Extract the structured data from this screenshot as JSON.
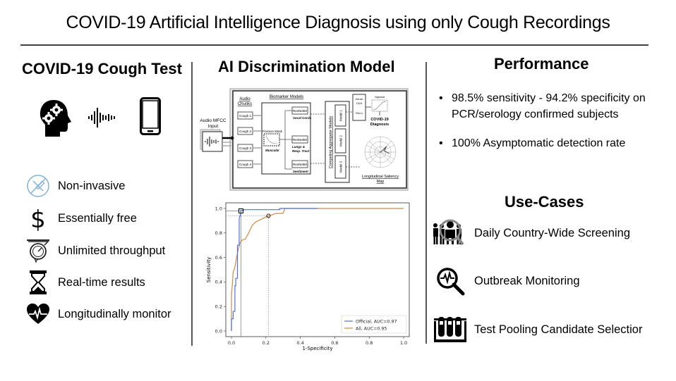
{
  "title": "COVID-19 Artificial Intelligence Diagnosis using only Cough Recordings",
  "left": {
    "heading": "COVID-19 Cough Test",
    "hero_icons": [
      "brain-gears-icon",
      "sound-wave-icon",
      "smartphone-icon"
    ],
    "features": [
      {
        "icon": "no-needle-icon",
        "label": "Non-invasive"
      },
      {
        "icon": "dollar-icon",
        "label": "Essentially free"
      },
      {
        "icon": "gauge-funnel-icon",
        "label": "Unlimited throughput"
      },
      {
        "icon": "hourglass-icon",
        "label": "Real-time results"
      },
      {
        "icon": "heart-pulse-icon",
        "label": "Longitudinally monitor"
      }
    ]
  },
  "middle": {
    "heading": "AI Discrimination Model",
    "diagram": {
      "input_label_1": "Audio MFCC",
      "input_label_2": "Input",
      "chunks_label_1": "Audio",
      "chunks_label_2": "Chunks",
      "chunks": [
        "Cough 1",
        "Cough 2",
        "Cough 3",
        "Cough 4"
      ],
      "biomarker_title": "Biomarker Models",
      "poisson_mask": "Poisson Mask",
      "muscular": "Muscular",
      "resnets": [
        {
          "name": "ResNet50",
          "caption_1": "Vocal Cords",
          "caption_2": ""
        },
        {
          "name": "ResNet50",
          "caption_1": "Lungs &",
          "caption_2": "Resp. Tract"
        },
        {
          "name": "ResNet50",
          "caption_1": "Sentiment",
          "caption_2": ""
        }
      ],
      "aggregator_title": "Competing Aggregator Models",
      "models": [
        "Model 1",
        "Model 2",
        "Model 3"
      ],
      "dense_1": "Dense",
      "dense_2": "1024",
      "dense_3": "ReLU",
      "sigmoid": "Sigmoid",
      "diagnosis_1": "COVID-19",
      "diagnosis_2": "Diagnosis",
      "saliency_1": "Longitudinal Saliency",
      "saliency_2": "Map"
    }
  },
  "chart_data": {
    "type": "line",
    "title": "",
    "xlabel": "1-Specificity",
    "ylabel": "Sensitivity",
    "xlim": [
      0.0,
      1.0
    ],
    "ylim": [
      0.0,
      1.0
    ],
    "xticks": [
      "0.0",
      "0.2",
      "0.4",
      "0.6",
      "0.8",
      "1.0"
    ],
    "yticks": [
      "0.0",
      "0.2",
      "0.4",
      "0.6",
      "0.8",
      "1.0"
    ],
    "grid": false,
    "legend_position": "bottom-right",
    "series": [
      {
        "name": "Official, AUC=0.97",
        "color": "#4c72e0",
        "points": [
          [
            0.0,
            0.0
          ],
          [
            0.0,
            0.1
          ],
          [
            0.01,
            0.1
          ],
          [
            0.01,
            0.16
          ],
          [
            0.02,
            0.16
          ],
          [
            0.02,
            0.37
          ],
          [
            0.025,
            0.37
          ],
          [
            0.025,
            0.43
          ],
          [
            0.035,
            0.43
          ],
          [
            0.035,
            0.7
          ],
          [
            0.045,
            0.7
          ],
          [
            0.045,
            0.92
          ],
          [
            0.055,
            0.96
          ],
          [
            0.055,
            0.985
          ],
          [
            0.07,
            0.985
          ],
          [
            0.07,
            0.99
          ],
          [
            0.28,
            0.99
          ],
          [
            0.28,
            1.0
          ],
          [
            0.5,
            1.0
          ]
        ]
      },
      {
        "name": "All, AUC=0.95",
        "color": "#d08a45",
        "points": [
          [
            0.0,
            0.0
          ],
          [
            0.0,
            0.3
          ],
          [
            0.005,
            0.37
          ],
          [
            0.01,
            0.48
          ],
          [
            0.02,
            0.52
          ],
          [
            0.03,
            0.6
          ],
          [
            0.04,
            0.67
          ],
          [
            0.05,
            0.72
          ],
          [
            0.06,
            0.74
          ],
          [
            0.08,
            0.75
          ],
          [
            0.1,
            0.8
          ],
          [
            0.12,
            0.86
          ],
          [
            0.14,
            0.89
          ],
          [
            0.17,
            0.91
          ],
          [
            0.2,
            0.93
          ],
          [
            0.215,
            0.94
          ],
          [
            0.24,
            0.95
          ],
          [
            0.26,
            0.96
          ],
          [
            0.3,
            0.96
          ],
          [
            0.31,
            1.0
          ],
          [
            1.0,
            1.0
          ]
        ]
      }
    ],
    "markers": [
      {
        "shape": "square",
        "x": 0.055,
        "y": 0.98
      },
      {
        "shape": "circle",
        "x": 0.215,
        "y": 0.94
      }
    ]
  },
  "right": {
    "performance_heading": "Performance",
    "bullets": [
      "98.5% sensitivity - 94.2% specificity on PCR/serology confirmed subjects",
      "100% Asymptomatic detection rate"
    ],
    "usecases_heading": "Use-Cases",
    "usecases": [
      {
        "icon": "crowd-search-icon",
        "label": "Daily Country-Wide Screening"
      },
      {
        "icon": "magnifier-pulse-icon",
        "label": "Outbreak Monitoring"
      },
      {
        "icon": "test-tubes-icon",
        "label": "Test Pooling Candidate Selectior"
      }
    ]
  }
}
